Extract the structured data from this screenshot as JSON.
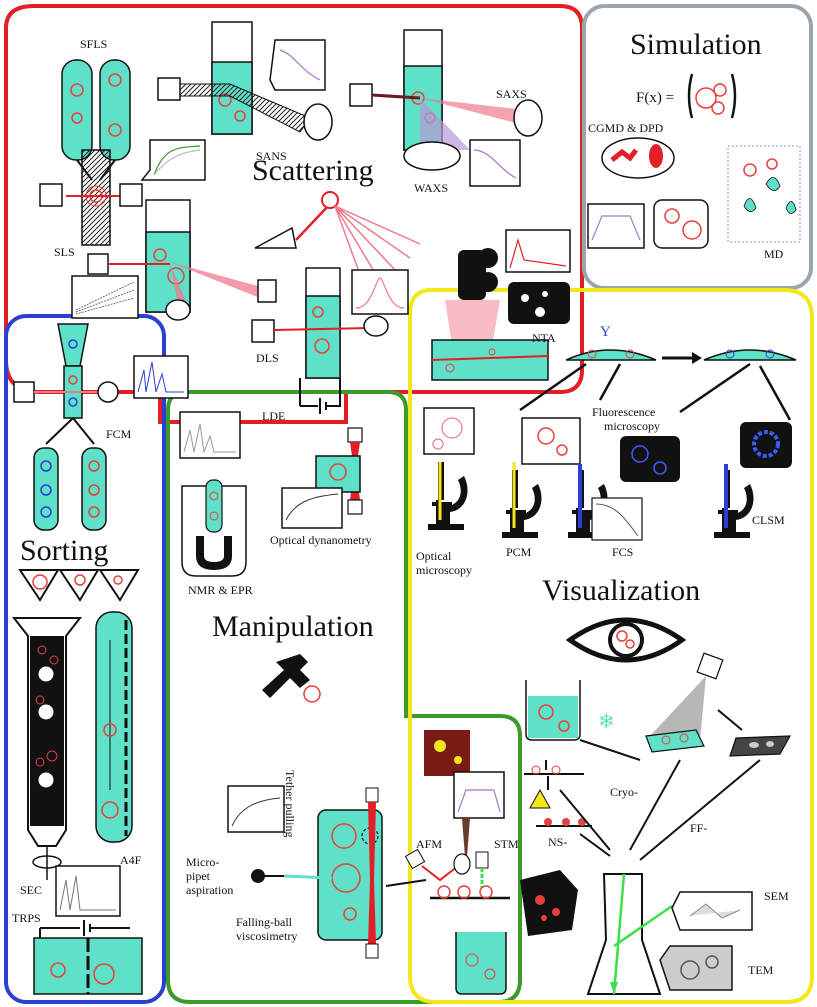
{
  "colors": {
    "scattering": "#e31f26",
    "simulation": "#9aa6ad",
    "sorting": "#2b3fd1",
    "manipulation": "#3a9a2a",
    "visualization": "#f2e71a",
    "liquid": "#5fe0c8",
    "vesicle": "#e8403a",
    "beam": "#f07a8c",
    "dark": "#111111"
  },
  "sections": {
    "scattering": "Scattering",
    "simulation": "Simulation",
    "sorting": "Sorting",
    "manipulation": "Manipulation",
    "visualization": "Visualization"
  },
  "labels": {
    "sfls": "SFLS",
    "sans": "SANS",
    "saxs": "SAXS",
    "waxs": "WAXS",
    "sls": "SLS",
    "dls": "DLS",
    "nta": "NTA",
    "fcm": "FCM",
    "lde": "LDE",
    "nmr": "NMR & EPR",
    "optical_dyn": "Optical dynanometry",
    "sec": "SEC",
    "a4f": "A4F",
    "trps": "TRPS",
    "fx": "F(x) =",
    "cgmd": "CGMD & DPD",
    "md": "MD",
    "gamma": "Y",
    "fluor1": "Fluorescence",
    "fluor2": "microscopy",
    "opt1": "Optical",
    "opt2": "microscopy",
    "pcm": "PCM",
    "fcs": "FCS",
    "clsm": "CLSM",
    "tether": "Tether pulling",
    "micro1": "Micro-",
    "micro2": "pipet",
    "micro3": "aspiration",
    "fall1": "Falling-ball",
    "fall2": "viscosimetry",
    "afm": "AFM",
    "stm": "STM",
    "cryo": "Cryo-",
    "ff": "FF-",
    "ns": "NS-",
    "sem": "SEM",
    "tem": "TEM"
  },
  "icons": [
    "eye-icon",
    "hammer-icon",
    "snowflake-icon",
    "radiation-icon",
    "magnet-icon",
    "microscope-icon"
  ]
}
